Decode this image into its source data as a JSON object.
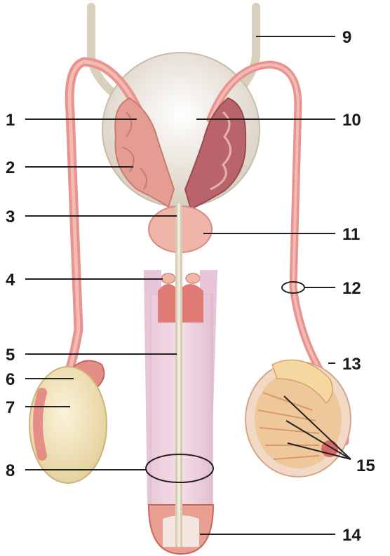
{
  "labels": {
    "l1": "1",
    "l2": "2",
    "l3": "3",
    "l4": "4",
    "l5": "5",
    "l6": "6",
    "l7": "7",
    "l8": "8",
    "l9": "9",
    "l10": "10",
    "l11": "11",
    "l12": "12",
    "l13": "13",
    "l14": "14",
    "l15": "15"
  },
  "colors": {
    "duct": "#e8948e",
    "duct_dark": "#c9645f",
    "bladder": "#ece3d6",
    "tube": "#e3dccb",
    "testis": "#f1e4bd",
    "erectile": "#e6c6d8",
    "gland": "#efb5a8",
    "leader": "#222222"
  }
}
